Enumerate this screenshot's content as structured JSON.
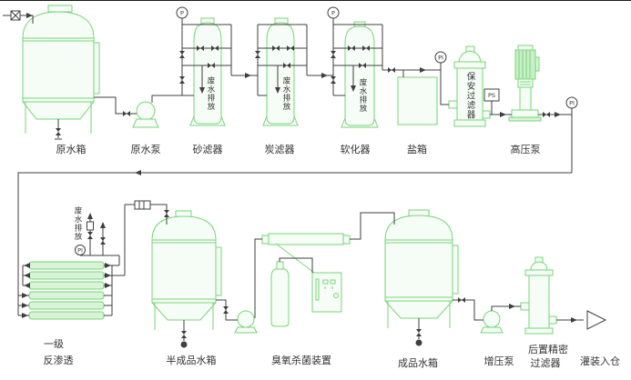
{
  "colors": {
    "equipment_green": "#76d576",
    "pipe_dark": "#3f3f3f",
    "text": "#333333",
    "membrane_fill": "#d9f3d9",
    "background": "#ffffff"
  },
  "instruments": {
    "pressure_gauge": "P",
    "pressure_indicator": "PI",
    "pressure_switch": "PS"
  },
  "labels": {
    "raw_water_tank": "原水箱",
    "raw_water_pump": "原水泵",
    "sand_filter": "砂滤器",
    "carbon_filter": "炭滤器",
    "softener": "软化器",
    "salt_tank": "盐箱",
    "security_filter": "保安过滤器",
    "high_pressure_pump": "高压泵",
    "ro_stage": "一级",
    "ro_name": "反渗透",
    "semi_product_tank": "半成品水箱",
    "ozone_device": "臭氧杀菌装置",
    "product_tank": "成品水箱",
    "booster_pump": "增压泵",
    "post_filter_line1": "后置精密",
    "post_filter_line2": "过滤器",
    "filling": "灌装入仓",
    "waste_discharge": "废水排放"
  }
}
